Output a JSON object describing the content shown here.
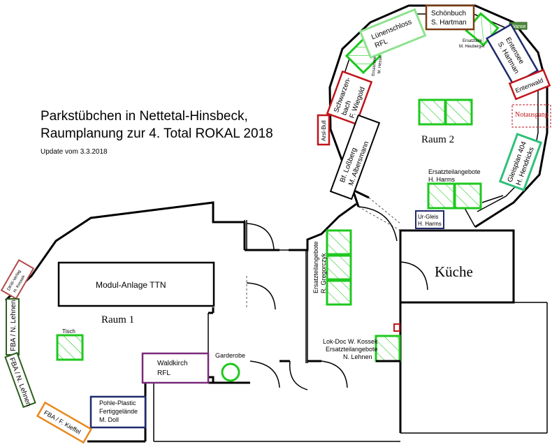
{
  "title": {
    "line1": "Parkstübchen in Nettetal-Hinsbeck,",
    "line2": "Raumplanung zur 4. Total ROKAL 2018",
    "update": "Update vom 3.3.2018"
  },
  "rooms": {
    "raum1": "Raum 1",
    "raum2": "Raum 2",
    "kueche": "Küche",
    "notausgang": "Notausgang",
    "tisch": "Tisch",
    "garderobe": "Garderobe"
  },
  "booths": {
    "schoenbuch": [
      "Schönbuch",
      "S. Hartman"
    ],
    "luenen": [
      "Lünenschloss",
      "RFL"
    ],
    "ersatz_heuberger": [
      "Ersatzteile",
      "M. Heuberger"
    ],
    "entensee": [
      "Entensee",
      "S. Hartman"
    ],
    "entenwald": "Entenwald",
    "small_green": "Wanse",
    "schwarzenbach": [
      "Schwarzen-",
      "bach",
      "F. Wiegold"
    ],
    "ersatz_hesse": [
      "Ersatzteile",
      "M. Hesse"
    ],
    "arsl": "Arsl-Bull",
    "lossberg": [
      "Bf. Loßberg",
      "M. Albersmann"
    ],
    "gleisplan": [
      "Gleisplan 404",
      "H. Hendricks"
    ],
    "ersatz_harms": [
      "Ersatzteilangebote",
      "H. Harms"
    ],
    "urgleis": [
      "Ur-Gleis",
      "H. Harms"
    ],
    "ersatz_gregorczyk": [
      "Ersatzteilangebote",
      "R. Gregorczyk"
    ],
    "modul": "Modul-Anlage TTN",
    "dkw": [
      "DKW-Verlag",
      "H. Kossek"
    ],
    "fba_lehnen1": "FBA / N. Lehnen",
    "fba_lehnen2": "FBA / N. Lehnen",
    "fba_kieffel": "FBA / F. Kieffel",
    "pohle": [
      "Pohle-Plastic",
      "Fertiggelände",
      "M. Doll"
    ],
    "waldkirch": [
      "Waldkirch",
      "RFL"
    ],
    "lokdoc": [
      "Lok-Doc W. Kossek",
      "Ersatzteilangebote",
      "N. Lehnen"
    ]
  },
  "colors": {
    "green": "#1ec81e",
    "light_green": "#8ee28e",
    "brown": "#7b3a13",
    "navy": "#1f2a6b",
    "red": "#c0151b",
    "purple": "#7a2a7a",
    "orange": "#e8881c",
    "dark_green": "#2e5e1e",
    "teal": "#2ec07a"
  }
}
